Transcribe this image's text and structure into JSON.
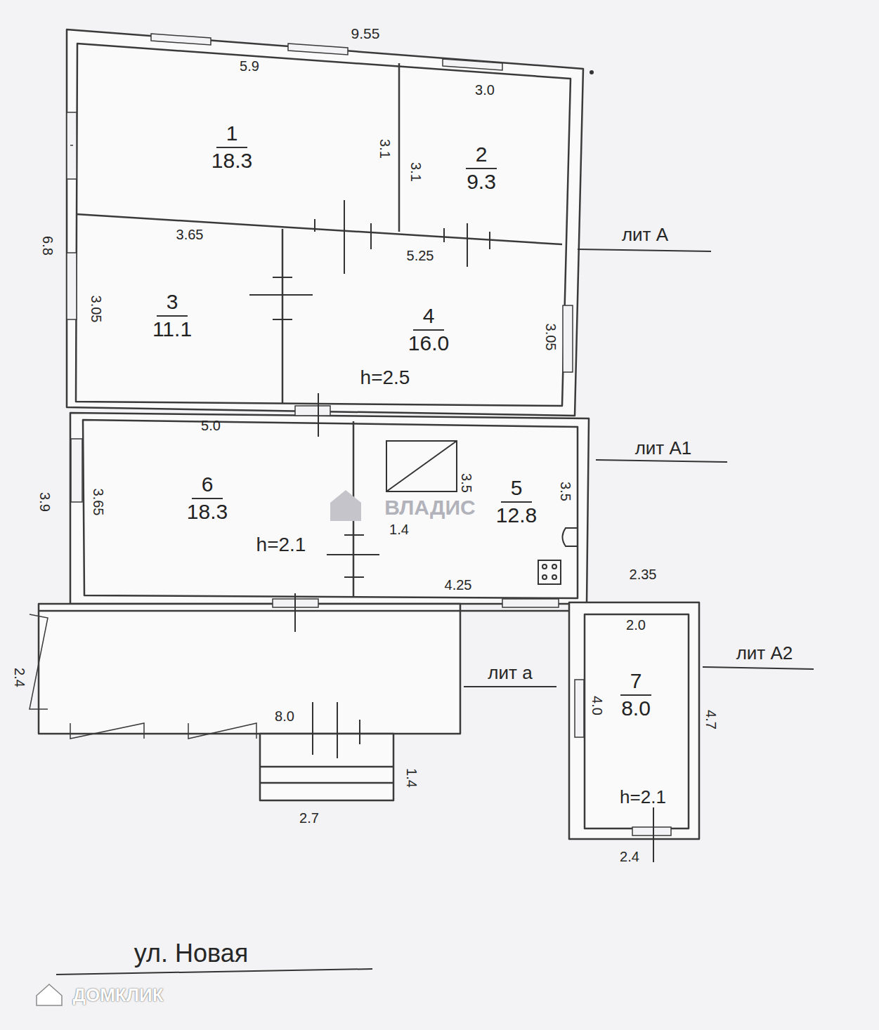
{
  "diagram": {
    "nodes": [
      {
        "text": [
          "1",
          "18.3"
        ]
      },
      {
        "text": [
          "2",
          "9.3"
        ]
      },
      {
        "text": [
          "3",
          "11.1"
        ]
      },
      {
        "text": [
          "4",
          "16.0"
        ]
      },
      {
        "text": [
          "6",
          "18.3"
        ]
      },
      {
        "text": [
          "5",
          "12.8"
        ]
      },
      {
        "text": [
          "7",
          "8.0"
        ]
      }
    ],
    "labels": [
      "9.55",
      "5.9",
      "3.0",
      "3.1",
      "3.1",
      "6.8",
      "3.65",
      "5.25",
      "3.05",
      "h=2.5",
      "3.05",
      "лит А",
      "лит А1",
      "5.0",
      "3.9",
      "3.65",
      "3.5",
      "1.4",
      "3.5",
      "h=2.1",
      "4.25",
      "2.35",
      "2.0",
      "лит А2",
      "2.4",
      "лит а",
      "8.0",
      "1.4",
      "2.7",
      "4.0",
      "4.7",
      "h=2.1",
      "2.4",
      "ул. Новая",
      "ВЛАДИС",
      "ДОМКЛИК"
    ]
  }
}
